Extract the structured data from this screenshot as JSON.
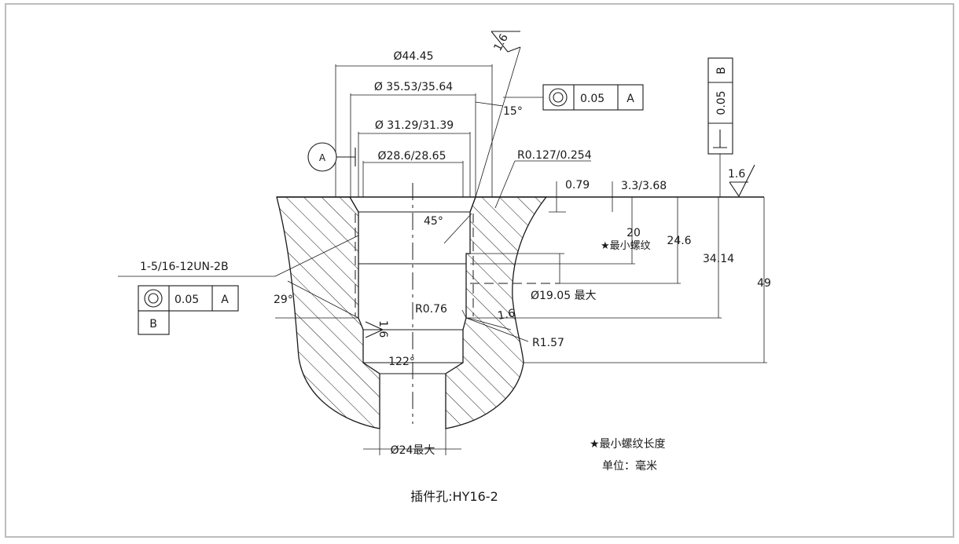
{
  "title": "插件孔:HY16-2",
  "notes": {
    "star_note": "★最小螺纹长度",
    "unit_note": "单位：毫米"
  },
  "dims": {
    "d1": "Ø44.45",
    "d2": "Ø 35.53/35.64",
    "d3": "Ø 31.29/31.39",
    "d4": "Ø28.6/28.65",
    "d5": "Ø19.05 最大",
    "d6": "Ø24最大",
    "thread": "1-5/16-12UN-2B",
    "r1": "R0.127/0.254",
    "r2": "R0.76",
    "r3": "R1.57",
    "a15": "15°",
    "a45": "45°",
    "a29": "29°",
    "a122": "122°",
    "v079": "0.79",
    "v33": "3.3/3.68",
    "v20": "20",
    "min_thread": "★最小螺纹",
    "v246": "24.6",
    "v3414": "34.14",
    "v49": "49"
  },
  "roughness": {
    "r1": "1.6",
    "r2": "1.6",
    "r3": "1.6",
    "r4": "1.6"
  },
  "tolerance": {
    "fcf1": {
      "tol": "0.05",
      "datum": "A"
    },
    "fcf2": {
      "tol": "0.05",
      "datum": "A",
      "sub_datum": "B"
    },
    "fcf3": {
      "tol": "0.05",
      "datum": "B"
    },
    "datum_a_label": "A"
  }
}
